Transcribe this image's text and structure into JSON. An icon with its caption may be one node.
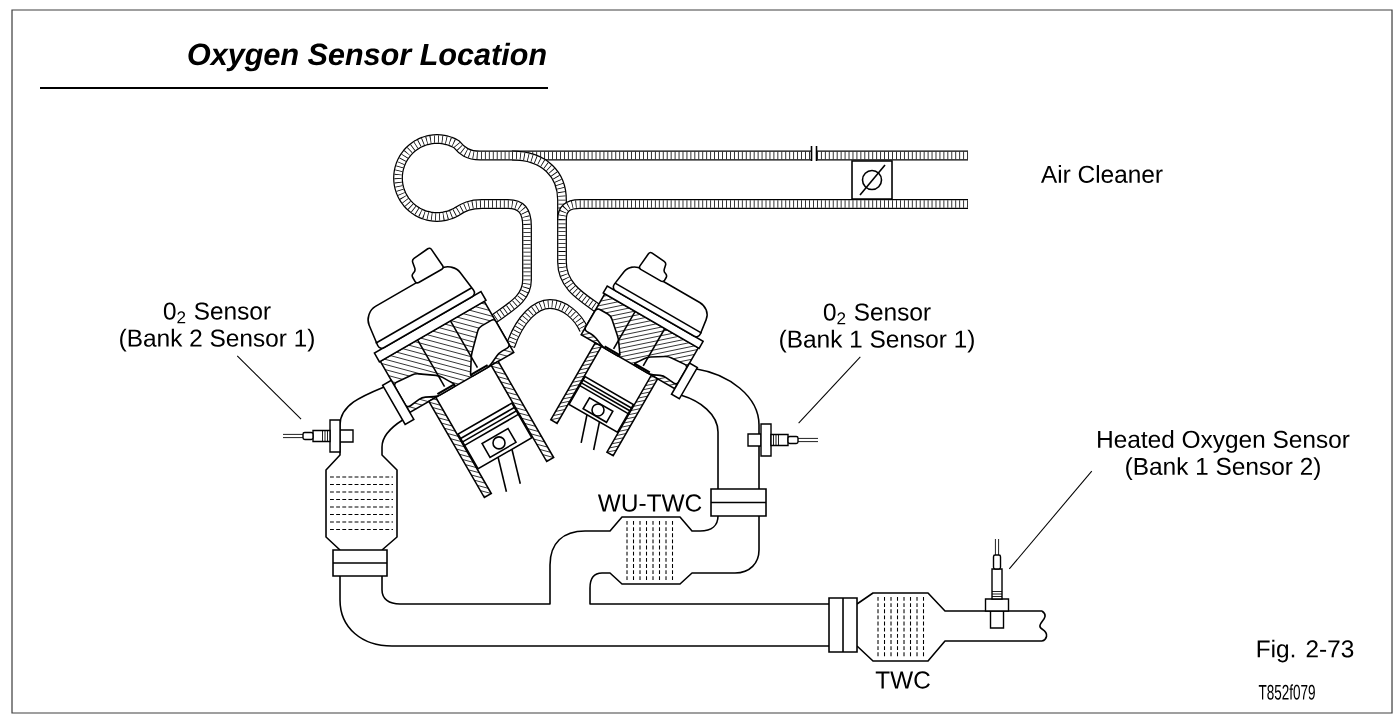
{
  "diagram": {
    "title": "Oxygen Sensor Location",
    "nodes": [
      {
        "text": [
          "0$_{2}$ Sensor",
          "(Bank 2 Sensor 1)"
        ]
      },
      {
        "text": [
          "0$_{2}$ Sensor",
          "(Bank 1 Sensor 1)"
        ]
      },
      {
        "text": [],
        "shape": "picture"
      },
      {
        "text": [],
        "shape": "picture"
      },
      {
        "text": [
          "Heated Oxygen Sensor",
          "(Bank 1 Sensor 2)"
        ]
      },
      {
        "text": [],
        "shape": "picture"
      }
    ],
    "edges": [
      {
        "from": 0,
        "to": 2,
        "arrow": "none"
      },
      {
        "from": 1,
        "to": 3,
        "arrow": "none"
      },
      {
        "from": 4,
        "to": 5,
        "arrow": "none"
      }
    ],
    "labels": [
      "Air Cleaner",
      "WU-TWC",
      "Fig. 2-73",
      "TWC",
      "T852f079"
    ]
  }
}
